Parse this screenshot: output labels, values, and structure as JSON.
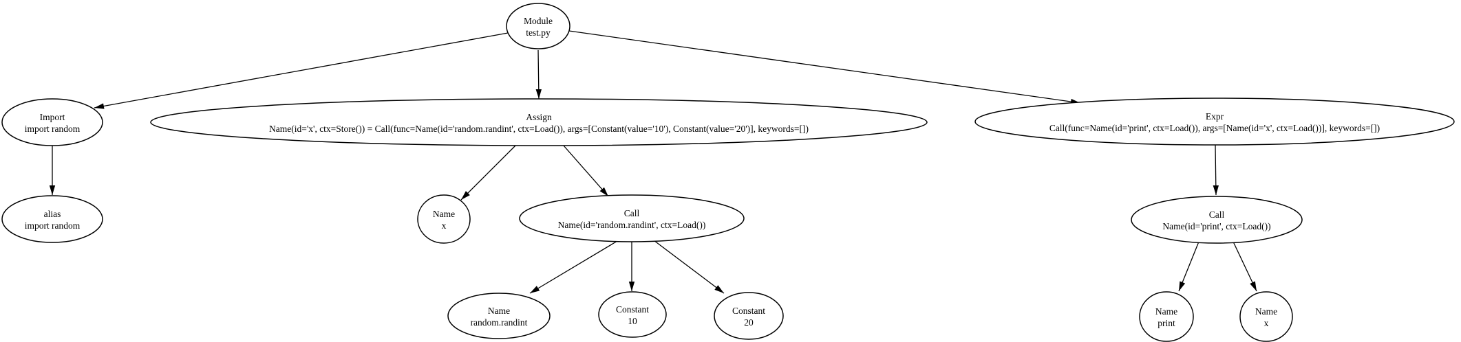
{
  "diagram": {
    "kind": "ast-tree-graph",
    "background_color": "#ffffff",
    "node_fill_color": "#ffffff",
    "node_stroke_color": "#000000",
    "text_color": "#000000",
    "nodes": [
      {
        "id": "module",
        "title": "Module",
        "subtitle": "test.py"
      },
      {
        "id": "import",
        "title": "Import",
        "subtitle": "import random"
      },
      {
        "id": "assign",
        "title": "Assign",
        "subtitle": "Name(id='x', ctx=Store()) = Call(func=Name(id='random.randint', ctx=Load()), args=[Constant(value='10'), Constant(value='20')], keywords=[])"
      },
      {
        "id": "expr",
        "title": "Expr",
        "subtitle": "Call(func=Name(id='print', ctx=Load()), args=[Name(id='x', ctx=Load())], keywords=[])"
      },
      {
        "id": "alias",
        "title": "alias",
        "subtitle": "import random"
      },
      {
        "id": "name-x-assign",
        "title": "Name",
        "subtitle": "x"
      },
      {
        "id": "call-randint",
        "title": "Call",
        "subtitle": "Name(id='random.randint', ctx=Load())"
      },
      {
        "id": "name-random-randint",
        "title": "Name",
        "subtitle": "random.randint"
      },
      {
        "id": "constant-10",
        "title": "Constant",
        "subtitle": "10"
      },
      {
        "id": "constant-20",
        "title": "Constant",
        "subtitle": "20"
      },
      {
        "id": "call-print",
        "title": "Call",
        "subtitle": "Name(id='print', ctx=Load())"
      },
      {
        "id": "name-print",
        "title": "Name",
        "subtitle": "print"
      },
      {
        "id": "name-x-expr",
        "title": "Name",
        "subtitle": "x"
      }
    ],
    "edges": [
      {
        "from": "module",
        "to": "import"
      },
      {
        "from": "module",
        "to": "assign"
      },
      {
        "from": "module",
        "to": "expr"
      },
      {
        "from": "import",
        "to": "alias"
      },
      {
        "from": "assign",
        "to": "name-x-assign"
      },
      {
        "from": "assign",
        "to": "call-randint"
      },
      {
        "from": "call-randint",
        "to": "name-random-randint"
      },
      {
        "from": "call-randint",
        "to": "constant-10"
      },
      {
        "from": "call-randint",
        "to": "constant-20"
      },
      {
        "from": "expr",
        "to": "call-print"
      },
      {
        "from": "call-print",
        "to": "name-print"
      },
      {
        "from": "call-print",
        "to": "name-x-expr"
      }
    ]
  }
}
